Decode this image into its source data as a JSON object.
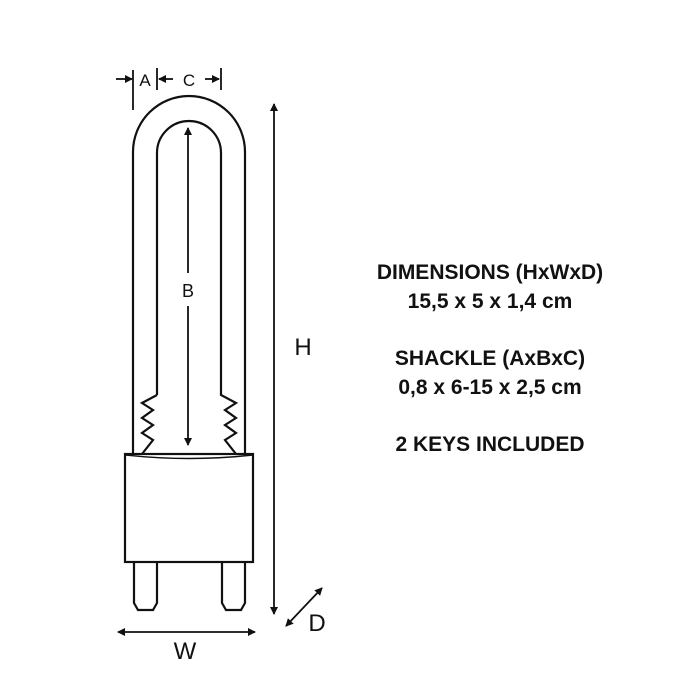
{
  "diagram": {
    "labels": {
      "a": "A",
      "b": "B",
      "c": "C",
      "h": "H",
      "w": "W",
      "d": "D"
    }
  },
  "specs": {
    "dimensions_title": "DIMENSIONS (HxWxD)",
    "dimensions_value": "15,5 x 5 x 1,4 cm",
    "shackle_title": "SHACKLE (AxBxC)",
    "shackle_value": "0,8 x 6-15 x 2,5 cm",
    "keys": "2 KEYS INCLUDED"
  }
}
